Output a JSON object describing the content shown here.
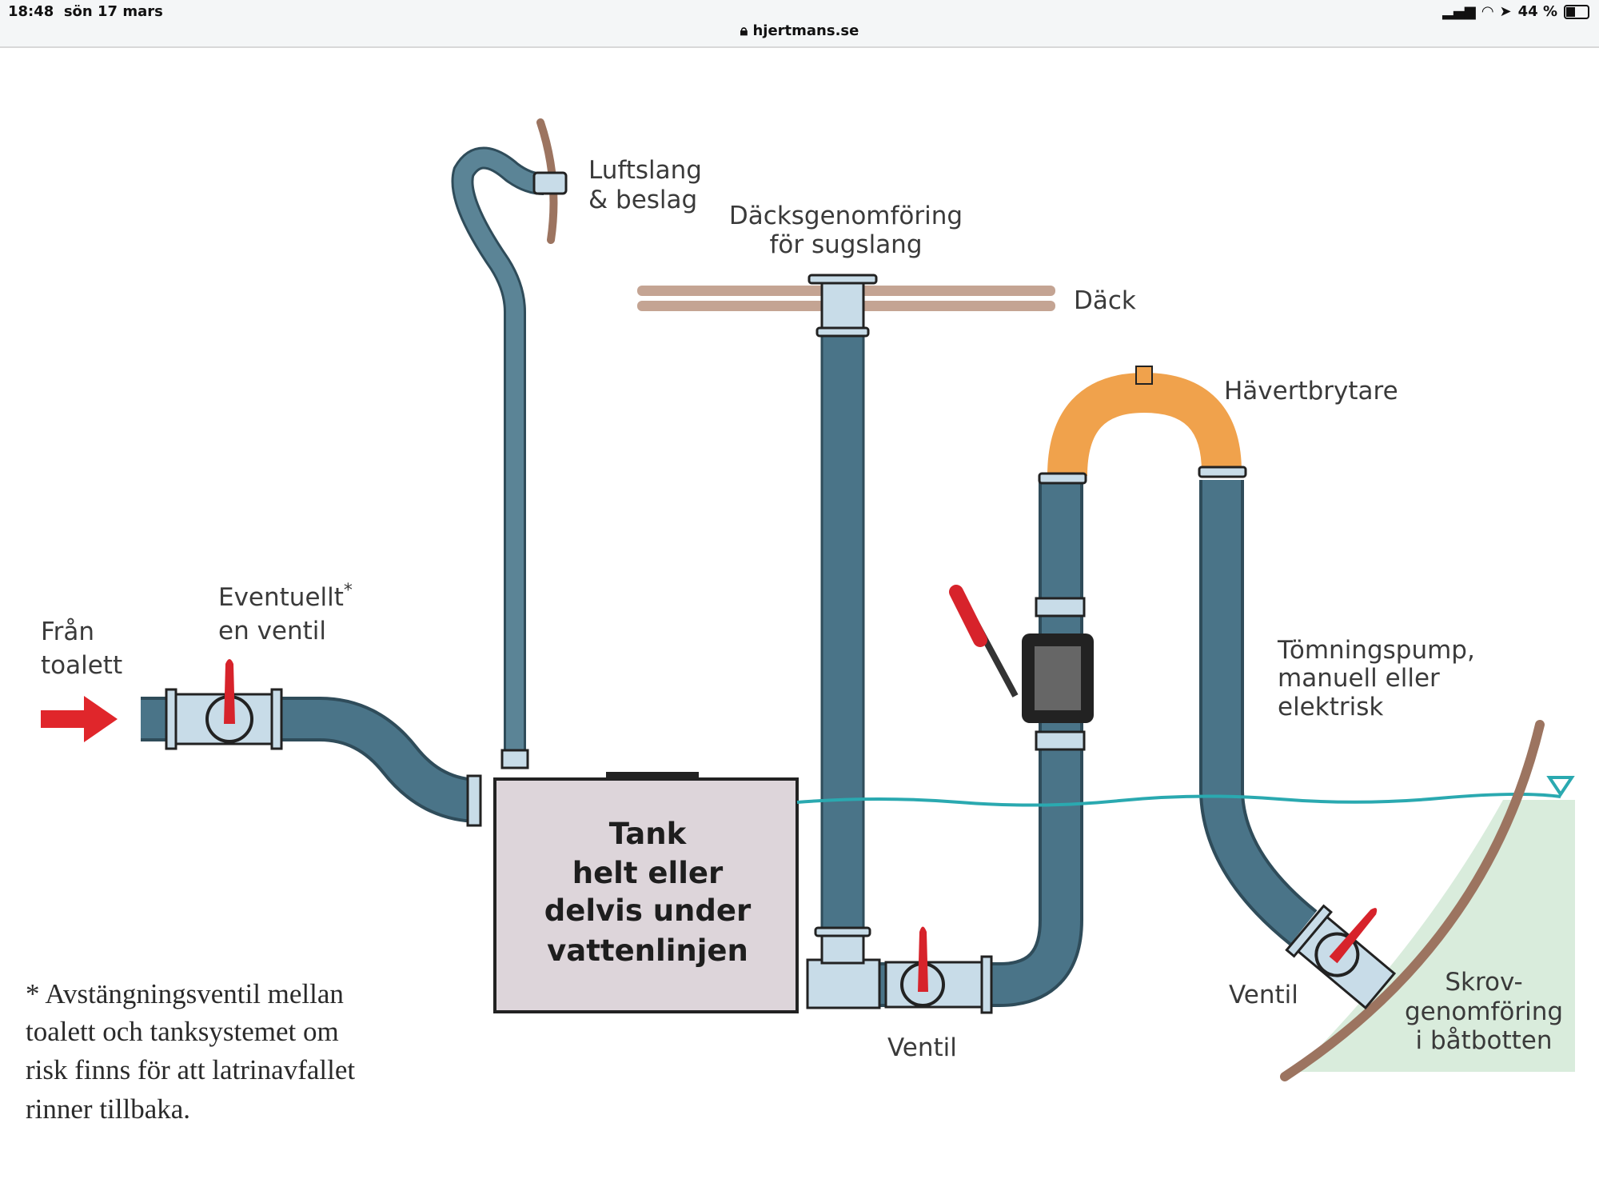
{
  "status_bar": {
    "time": "18:48",
    "date": "sön 17 mars",
    "battery": "44 %",
    "url": "hjertmans.se",
    "icons": [
      "signal-icon",
      "wifi-icon",
      "location-icon",
      "battery-icon",
      "lock-icon"
    ]
  },
  "diagram": {
    "labels": {
      "from_toilet": [
        "Från",
        "toalett"
      ],
      "optional_valve": [
        "Eventuellt",
        "*",
        "en ventil"
      ],
      "air_hose": [
        "Luftslang",
        "& beslag"
      ],
      "deck_fitting": [
        "Däcksgenomföring",
        "för sugslang"
      ],
      "deck": "Däck",
      "siphon_breaker": "Hävertbrytare",
      "pump": [
        "Tömningspump,",
        "manuell eller",
        "elektrisk"
      ],
      "tank": [
        "Tank",
        "helt eller",
        "delvis under",
        "vattenlinjen"
      ],
      "valve_bottom": "Ventil",
      "valve_right": "Ventil",
      "hull_fitting": [
        "Skrov-",
        "genomföring",
        "i båtbotten"
      ]
    },
    "footnote": [
      "* Avstängningsventil mellan",
      "toalett och tanksystemet om",
      "risk finns för att latrinavfallet",
      "rinner tillbaka."
    ],
    "colors": {
      "pipe": "#4a7488",
      "pipe_light": "#c8dce8",
      "arrow": "#e0262b",
      "valve_handle": "#d7232b",
      "tank": "#ddd5da",
      "deck": "#c4a493",
      "siphon": "#f0a24c",
      "water": "#d9ecdc",
      "waterline": "#2aa9b0",
      "hull": "#9c7460",
      "pump": "#555555"
    }
  }
}
